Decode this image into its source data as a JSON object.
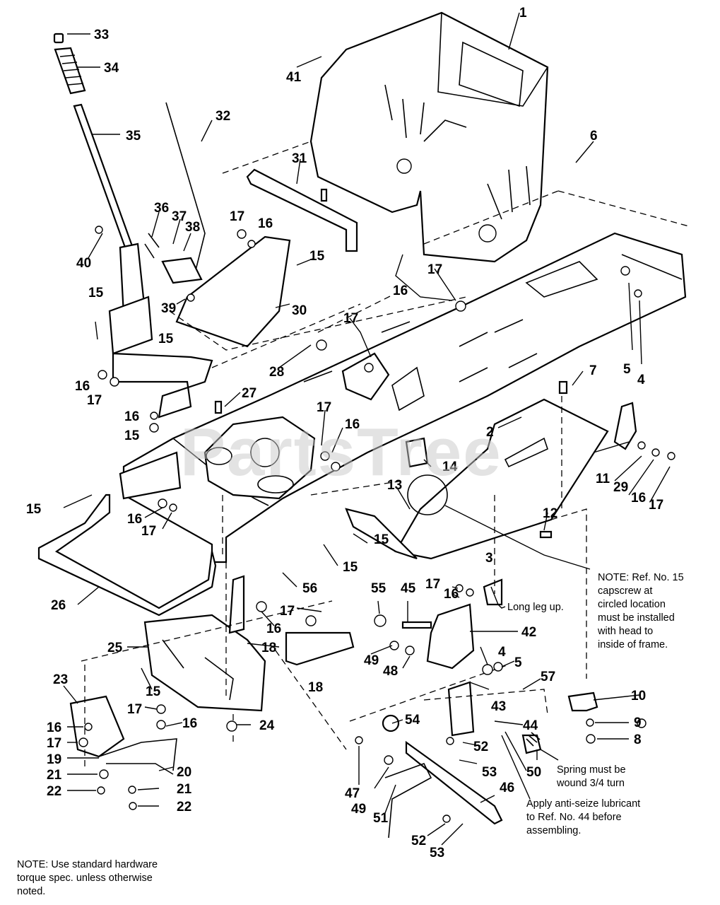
{
  "watermark": "PartsTree",
  "notes": {
    "capscrew": "NOTE: Ref. No. 15\ncapscrew at\ncircled location\nmust be installed\nwith head to\ninside of frame.",
    "long_leg": "Long leg up.",
    "spring": "Spring must be\nwound 3/4 turn",
    "antiseize": "Apply anti-seize lubricant\nto Ref. No. 44 before\nassembling.",
    "torque": "NOTE: Use standard hardware\ntorque spec. unless otherwise\nnoted."
  },
  "callouts": [
    "1",
    "2",
    "3",
    "4",
    "5",
    "6",
    "7",
    "8",
    "9",
    "10",
    "11",
    "12",
    "13",
    "14",
    "15",
    "16",
    "17",
    "18",
    "19",
    "20",
    "21",
    "22",
    "23",
    "24",
    "25",
    "26",
    "27",
    "28",
    "29",
    "30",
    "31",
    "32",
    "33",
    "34",
    "35",
    "36",
    "37",
    "38",
    "39",
    "40",
    "41",
    "42",
    "43",
    "44",
    "45",
    "46",
    "47",
    "48",
    "49",
    "50",
    "51",
    "52",
    "53",
    "54",
    "55",
    "56",
    "57"
  ]
}
